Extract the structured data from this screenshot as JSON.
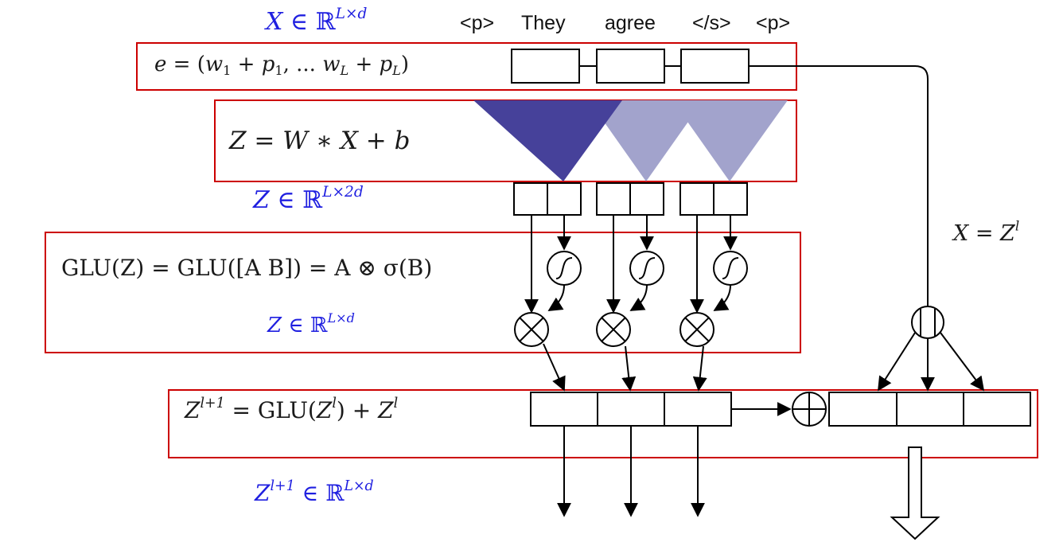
{
  "diagram": {
    "tokens": [
      "<p>",
      "They",
      "agree",
      "</s>",
      "<p>"
    ],
    "labels": {
      "x_space": {
        "var": "X",
        "rel": "∈",
        "field": "ℝ",
        "dims": "L×d"
      },
      "embed": {
        "lhs": "e",
        "rel": "=",
        "open": "(",
        "w": "w",
        "p": "p",
        "sub1": "1",
        "subL": "L",
        "plus": "+",
        "sep": ",",
        "dots": "...",
        "close": ")"
      },
      "conv": {
        "text": "Z = W ∗ X + b"
      },
      "z_space_2d": {
        "var": "Z",
        "rel": "∈",
        "field": "ℝ",
        "dims": "L×2d"
      },
      "glu": {
        "text": "GLU(Z) = GLU([A  B]) = A ⊗ σ(B)"
      },
      "z_space_d": {
        "var": "Z",
        "rel": "∈",
        "field": "ℝ",
        "dims": "L×d"
      },
      "residual": {
        "lhs_var": "Z",
        "lhs_sup": "l+1",
        "eq": "=",
        "func": "GLU(",
        "arg_var": "Z",
        "arg_sup": "l",
        "close": ")",
        "plus": "+",
        "rhs_var": "Z",
        "rhs_sup": "l"
      },
      "zl1_space": {
        "var": "Z",
        "sup": "l+1",
        "rel": "∈",
        "field": "ℝ",
        "dims": "L×d"
      },
      "skip": {
        "lhs": "X",
        "eq": "=",
        "rhs": "Z",
        "sup": "l"
      }
    },
    "colors": {
      "box_outline": "#cc0000",
      "math_blue": "#1f1fe0",
      "filter_dark": "#46419a",
      "filter_light": "#a2a3cc",
      "stroke": "#000000"
    }
  }
}
